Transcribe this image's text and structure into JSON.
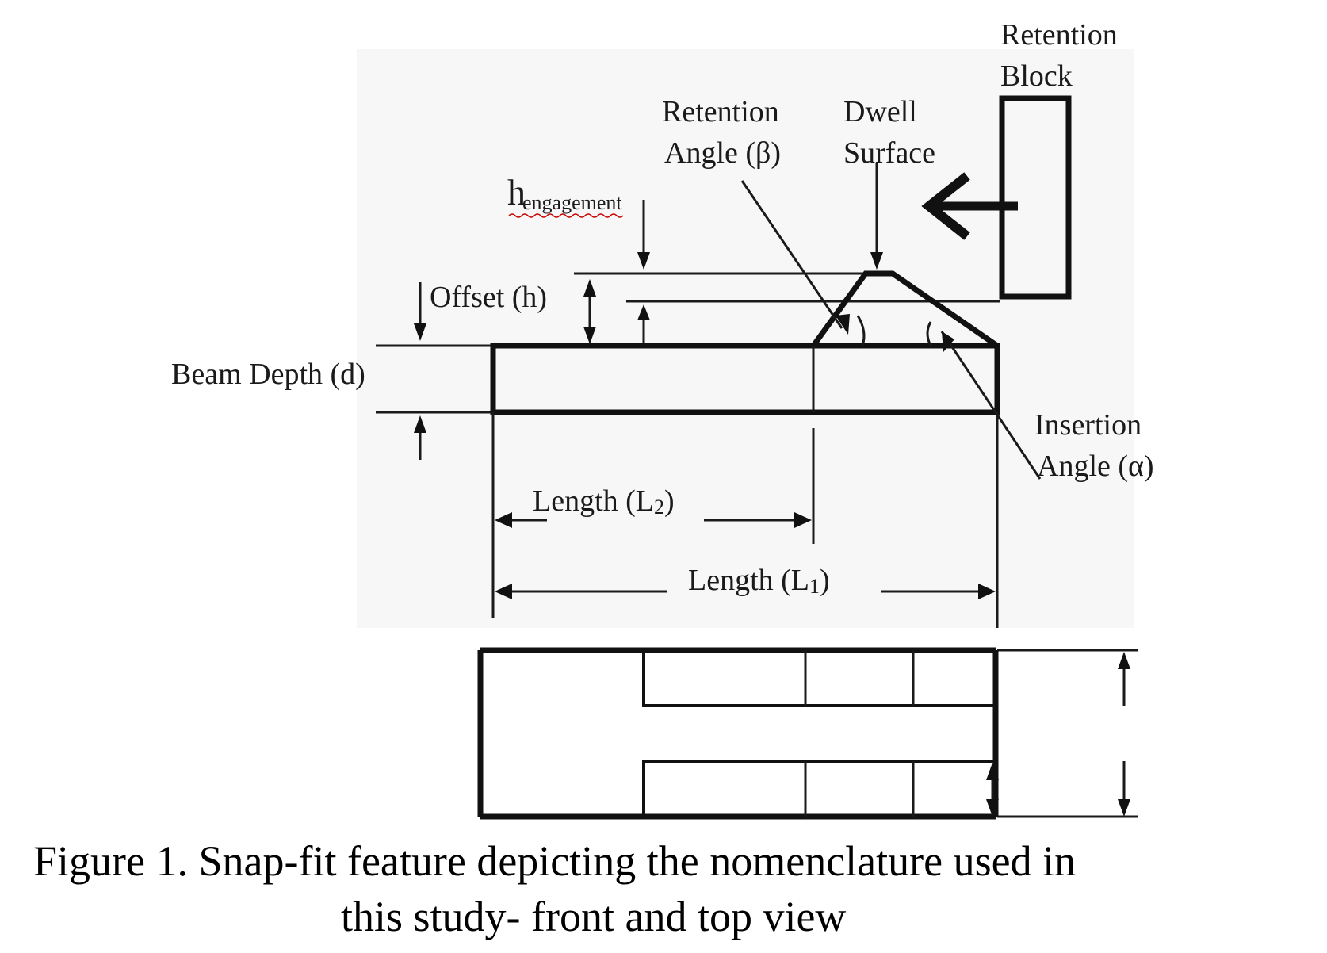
{
  "labels": {
    "retention_block_line1": "Retention",
    "retention_block_line2": "Block",
    "retention_angle_line1": "Retention",
    "retention_angle_line2": "Angle (β)",
    "dwell_surface_line1": "Dwell",
    "dwell_surface_line2": "Surface",
    "h_engagement_main": "h",
    "h_engagement_sub": "engagement",
    "offset": "Offset (h)",
    "beam_depth": "Beam Depth (d)",
    "insertion_angle_line1": "Insertion",
    "insertion_angle_line2": "Angle (α)",
    "length_l2_main": "Length (L",
    "length_l2_sub": "2",
    "length_l2_close": ")",
    "length_l1_main": "Length (L",
    "length_l1_sub": "1",
    "length_l1_close": ")"
  },
  "caption": {
    "line1": "Figure 1.  Snap-fit feature depicting the nomenclature used in",
    "line2": "this study- front and top view"
  },
  "colors": {
    "ink": "#111111",
    "background": "#ffffff",
    "spellcheck_underline": "#cc0000"
  }
}
